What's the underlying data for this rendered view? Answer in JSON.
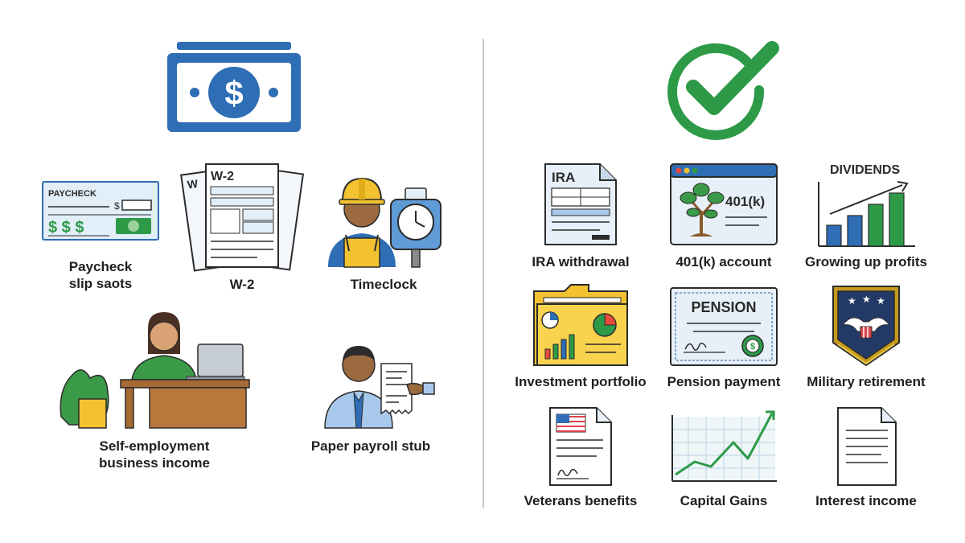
{
  "left": {
    "header_icon": "dollar-bill-icon",
    "items": [
      {
        "id": "paycheck",
        "label_lines": [
          "Paycheck",
          "slip saots"
        ],
        "icon_text": "PAYCHECK",
        "icon": "paycheck-icon"
      },
      {
        "id": "w2",
        "label_lines": [
          "W-2"
        ],
        "icon_text": "W-2",
        "icon": "w2-forms-icon"
      },
      {
        "id": "timeclock",
        "label_lines": [
          "Timeclock"
        ],
        "icon": "timeclock-worker-icon"
      },
      {
        "id": "self-employment",
        "label_lines": [
          "Self-employment",
          "business income"
        ],
        "icon": "home-office-icon"
      },
      {
        "id": "paper-payroll-stub",
        "label_lines": [
          "Paper payroll stub"
        ],
        "icon": "payroll-stub-icon"
      }
    ]
  },
  "right": {
    "header_icon": "check-circle-icon",
    "items": [
      {
        "id": "ira",
        "label": "IRA withdrawal",
        "icon_text": "IRA",
        "icon": "ira-document-icon"
      },
      {
        "id": "401k",
        "label": "401(k) account",
        "icon_text": "401(k)",
        "icon": "401k-tree-icon"
      },
      {
        "id": "dividends",
        "label": "Growing up profits",
        "icon_text": "DIVIDENDS",
        "icon": "dividends-chart-icon"
      },
      {
        "id": "investment",
        "label": "Investment portfolio",
        "icon": "portfolio-folder-icon"
      },
      {
        "id": "pension",
        "label": "Pension payment",
        "icon_text": "PENSION",
        "icon": "pension-certificate-icon"
      },
      {
        "id": "military",
        "label": "Military retirement",
        "icon": "military-eagle-badge-icon"
      },
      {
        "id": "veterans",
        "label": "Veterans benefits",
        "icon": "veterans-document-icon"
      },
      {
        "id": "capital-gains",
        "label": "Capital Gains",
        "icon": "capital-gains-chart-icon"
      },
      {
        "id": "interest",
        "label": "Interest income",
        "icon": "interest-document-icon"
      }
    ]
  },
  "colors": {
    "blue": "#2f6db5",
    "green": "#2e9a48",
    "yellow": "#f2c230",
    "outline": "#2b2b2b"
  }
}
